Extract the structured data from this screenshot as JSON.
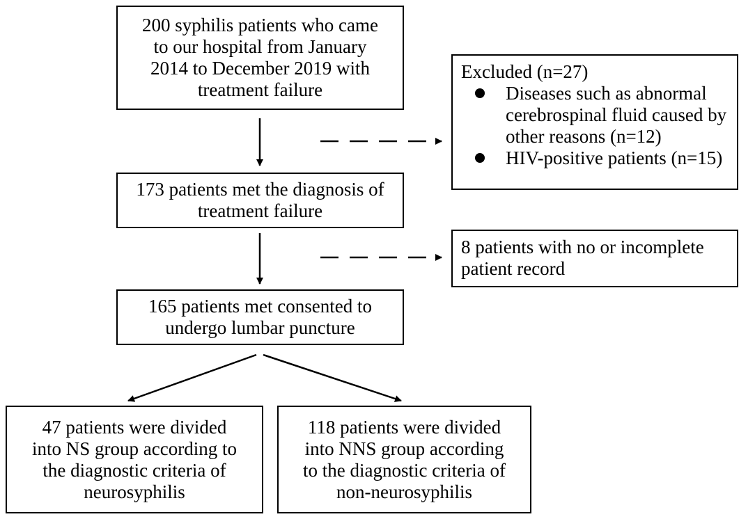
{
  "nodes": {
    "initial_cohort": [
      "200 syphilis patients who came",
      "to our hospital from January",
      "2014 to December 2019 with",
      "treatment failure"
    ],
    "excluded": {
      "title": "Excluded (n=27)",
      "items": [
        [
          "Diseases such as abnormal",
          "cerebrospinal fluid caused by",
          "other reasons (n=12)"
        ],
        [
          "HIV-positive patients (n=15)"
        ]
      ]
    },
    "met_diagnosis": [
      "173 patients met the diagnosis of",
      "treatment failure"
    ],
    "no_record": [
      "8 patients with no or incomplete",
      "patient record"
    ],
    "lumbar_puncture": [
      "165 patients met consented to",
      "undergo lumbar puncture"
    ],
    "ns_group": [
      "47 patients were divided",
      "into NS group according to",
      "the diagnostic criteria of",
      "neurosyphilis"
    ],
    "nns_group": [
      "118 patients were divided",
      "into NNS group according",
      "to the diagnostic criteria of",
      "non-neurosyphilis"
    ]
  }
}
